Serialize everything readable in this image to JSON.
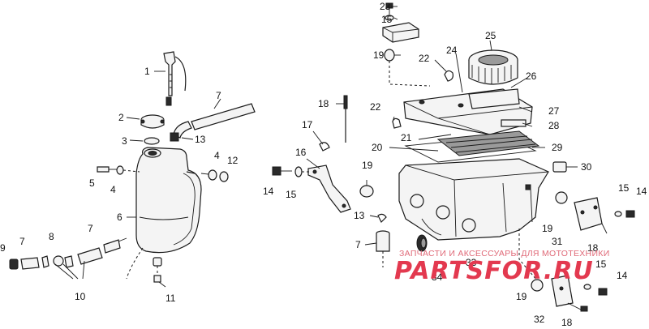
{
  "diagram": {
    "callouts": {
      "c1": "1",
      "c2": "2",
      "c3": "3",
      "c4a": "4",
      "c4b": "4",
      "c5": "5",
      "c6": "6",
      "c7a": "7",
      "c7b": "7",
      "c7c": "7",
      "c7d": "7",
      "c8": "8",
      "c9": "9",
      "c10": "10",
      "c11": "11",
      "c12": "12",
      "c13a": "13",
      "c13b": "13",
      "c14a": "14",
      "c14b": "14",
      "c14c": "14",
      "c15a": "15",
      "c15b": "15",
      "c15c": "15",
      "c15d": "15",
      "c16": "16",
      "c17": "17",
      "c18a": "18",
      "c18b": "18",
      "c18c": "18",
      "c19a": "19",
      "c19b": "19",
      "c19c": "19",
      "c19d": "19",
      "c20": "20",
      "c21": "21",
      "c22a": "22",
      "c22b": "22",
      "c23": "23",
      "c24": "24",
      "c25": "25",
      "c26": "26",
      "c27": "27",
      "c28": "28",
      "c29": "29",
      "c30": "30",
      "c31": "31",
      "c32": "32",
      "c33": "33",
      "c34": "34"
    }
  },
  "watermark": {
    "tagline": "ЗАПЧАСТИ И АКСЕССУАРЫ ДЛЯ МОТОТЕХНИКИ",
    "logo": "PARTSFOR.RU"
  }
}
